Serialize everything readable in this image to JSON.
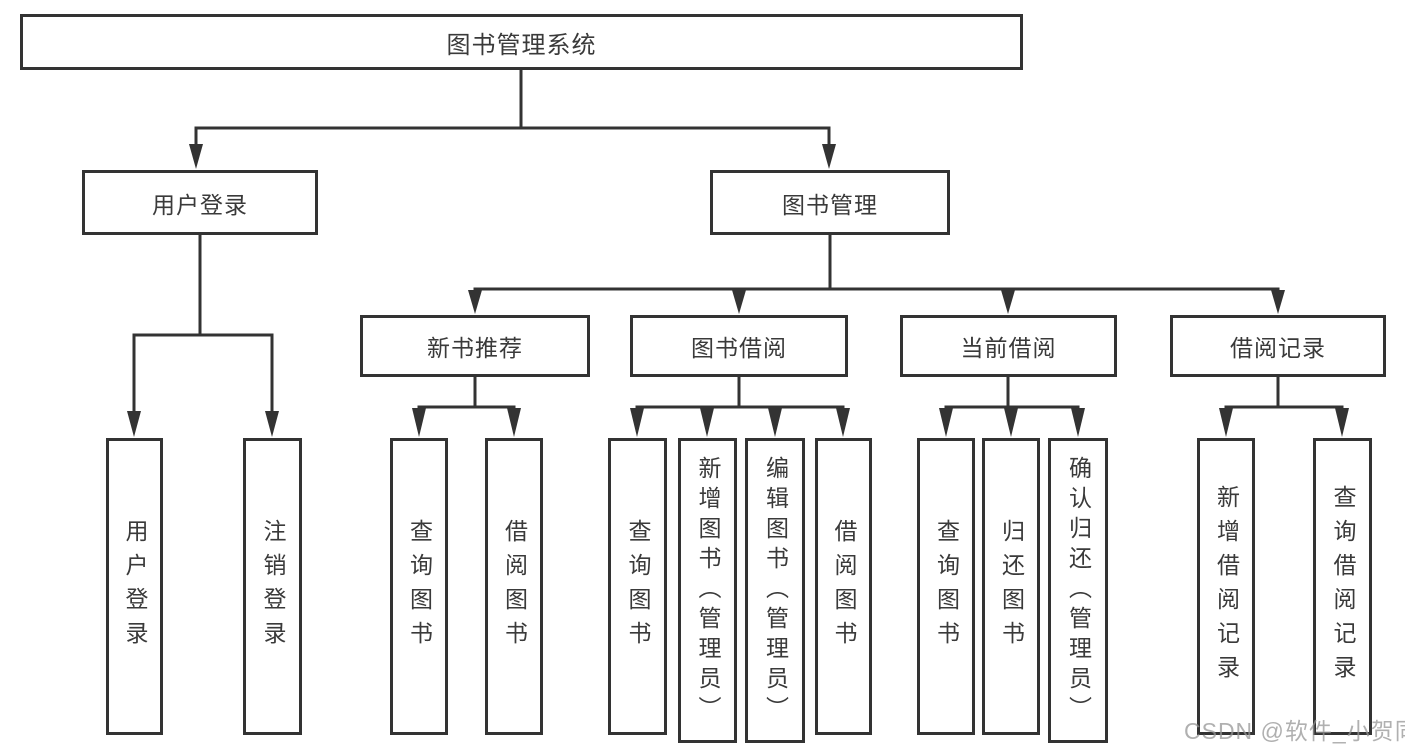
{
  "diagram_title": "图书管理系统",
  "colors": {
    "line": "#333333",
    "box_background": "#ffffff",
    "text": "#3a3a3a",
    "watermark": "#969696"
  },
  "nodes": {
    "root": "图书管理系统",
    "level2": {
      "user_login": "用户登录",
      "book_mgmt": "图书管理"
    },
    "level3": {
      "new_book_rec": "新书推荐",
      "book_borrow": "图书借阅",
      "current_borrow": "当前借阅",
      "borrow_records": "借阅记录"
    },
    "leaves": {
      "user_login": "用户登录",
      "logout": "注销登录",
      "rec_query_books": "查询图书",
      "rec_borrow_books": "借阅图书",
      "bb_query_books": "查询图书",
      "bb_add_books_admin": "新增图书（管理员）",
      "bb_edit_books_admin": "编辑图书（管理员）",
      "bb_borrow_books": "借阅图书",
      "cb_query_books": "查询图书",
      "cb_return_books": "归还图书",
      "cb_confirm_return_admin": "确认归还（管理员）",
      "br_add_record": "新增借阅记录",
      "br_query_record": "查询借阅记录"
    }
  },
  "watermark": "CSDN @软件_小贺同学"
}
